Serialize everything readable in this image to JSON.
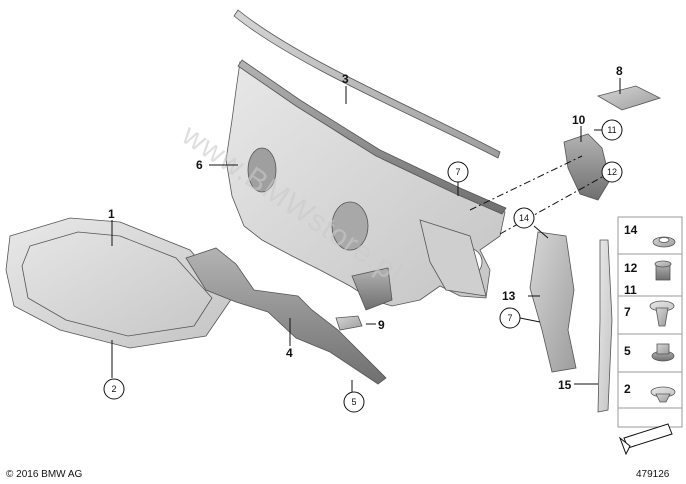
{
  "callouts": {
    "c1": "1",
    "c2": "2",
    "c3": "3",
    "c4": "4",
    "c5": "5",
    "c6": "6",
    "c7a": "7",
    "c7b": "7",
    "c8": "8",
    "c9": "9",
    "c10": "10",
    "c11": "11",
    "c12": "12",
    "c13": "13",
    "c14": "14",
    "c15": "15"
  },
  "legend": {
    "items": [
      "14",
      "12",
      "11",
      "7",
      "5",
      "2"
    ]
  },
  "footer": {
    "copyright": "© 2016 BMW AG",
    "diagram_number": "479126"
  },
  "watermark": "www.BMWstore.pl",
  "colors": {
    "part_light": "#d9d9d9",
    "part_mid": "#bdbdbd",
    "part_dark": "#8e8e8e",
    "legend_border": "#9a9a9a"
  }
}
